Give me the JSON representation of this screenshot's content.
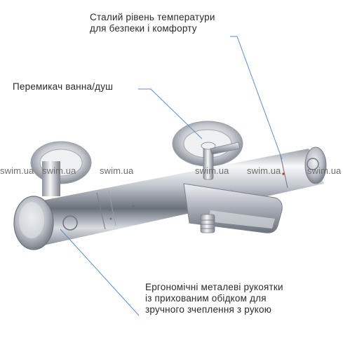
{
  "callouts": {
    "temperature": {
      "line1": "Сталий рівень температури",
      "line2": "для безпеки і комфорту"
    },
    "diverter": {
      "line1": "Перемикач ванна/душ"
    },
    "handles": {
      "line1": "Ергономічні металеві рукоятки",
      "line2": "із прихованим обідком для",
      "line3": "зручного зчеплення з рукою"
    }
  },
  "watermarks": [
    "swim.ua",
    "swim.ua",
    "swim.ua",
    "swim.ua",
    "swim.ua",
    "swim.ua"
  ],
  "colors": {
    "leader_line": "#5b8ec9",
    "chrome_light": "#f4f5f7",
    "chrome_mid": "#b9bec6",
    "chrome_dark": "#5f6670",
    "text": "#2a2a2a"
  }
}
